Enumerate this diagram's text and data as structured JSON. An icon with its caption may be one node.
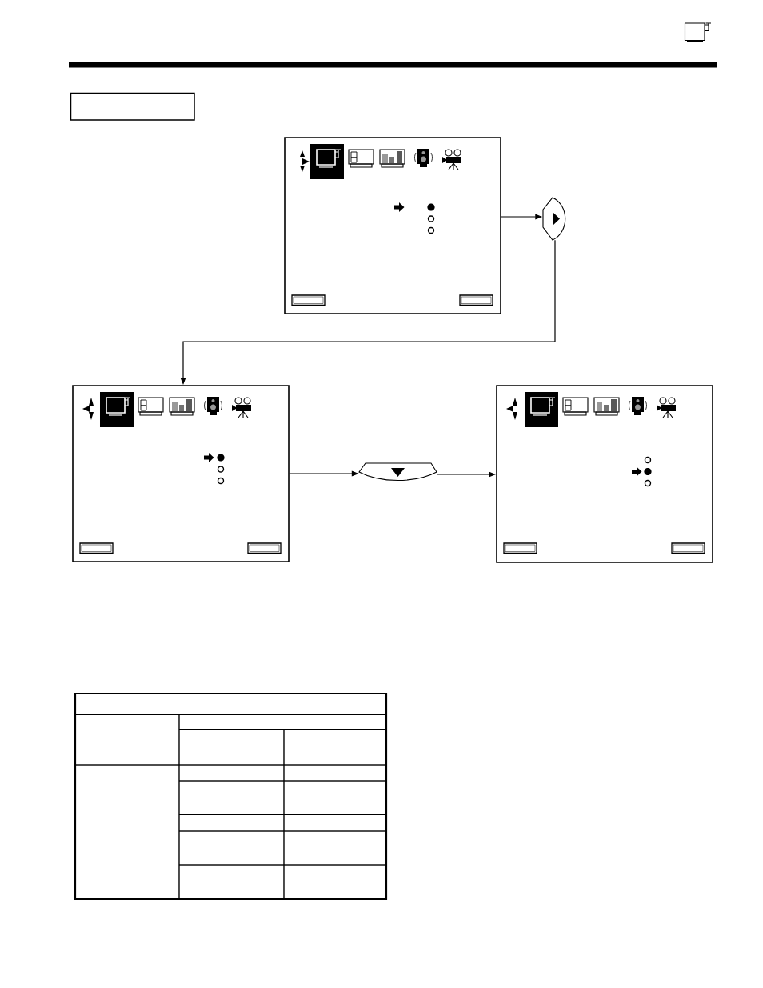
{
  "diagram": {
    "nodes": [
      {
        "text": [],
        "shape": "box"
      },
      {
        "text": [],
        "shape": "screen"
      },
      {
        "text": [],
        "shape": "button"
      },
      {
        "text": [],
        "shape": "screen"
      },
      {
        "text": [],
        "shape": "button"
      },
      {
        "text": [],
        "shape": "screen"
      }
    ],
    "edges": [
      {
        "from": 1,
        "to": 2,
        "arrow": "to"
      },
      {
        "from": 2,
        "to": 3,
        "arrow": "to"
      },
      {
        "from": 3,
        "to": 4,
        "arrow": "to"
      },
      {
        "from": 4,
        "to": 5,
        "arrow": "to"
      }
    ]
  }
}
